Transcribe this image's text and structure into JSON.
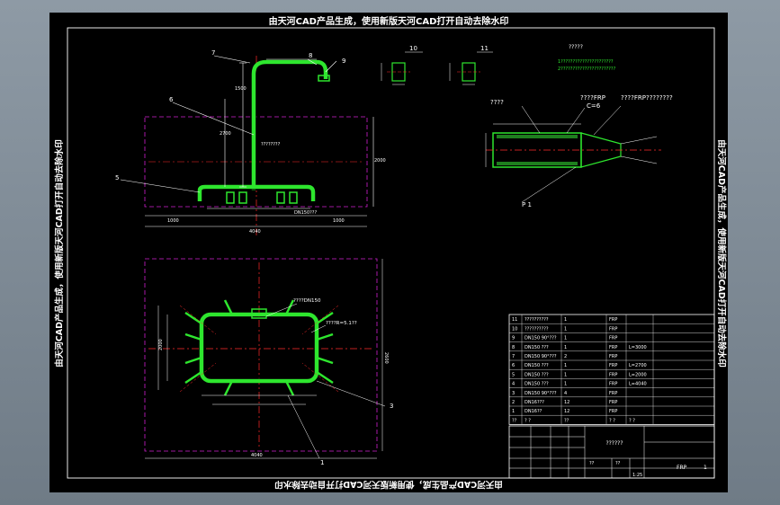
{
  "watermark": {
    "top": "由天河CAD产品生成，使用新版天河CAD打开自动去除水印",
    "bottom": "由天河CAD产品生成，使用新版天河CAD打开自动去除水印",
    "left": "由天河CAD产品生成，使用新版天河CAD打开自动去除水印",
    "right": "由天河CAD产品生成，使用新版天河CAD打开自动去除水印"
  },
  "callouts": {
    "c1": "1",
    "c3": "3",
    "c5": "5",
    "c6": "6",
    "c7": "7",
    "c8": "8",
    "c9": "9",
    "c10": "10",
    "c11": "11",
    "p1": "P 1"
  },
  "notes": {
    "top_right_title": "?????",
    "top_right_line1": "1??????????????????????",
    "top_right_line2": "2???????????????????????",
    "label_left": "????",
    "label_frp": "????FRP",
    "label_c6": "C=6",
    "label_frp2": "????FRP????????",
    "pipe_note": "????????",
    "dn_note": "DN150???",
    "plan_note1": "????DN150",
    "plan_note2": "????R=5.1??"
  },
  "bom": {
    "rows": [
      {
        "no": "11",
        "name": "??????????",
        "qty": "1",
        "mat": "FRP",
        "note": ""
      },
      {
        "no": "10",
        "name": "??????????",
        "qty": "1",
        "mat": "FRP",
        "note": ""
      },
      {
        "no": "9",
        "name": "DN150 90°???",
        "qty": "1",
        "mat": "FRP",
        "note": ""
      },
      {
        "no": "8",
        "name": "DN150 ???",
        "qty": "1",
        "mat": "FRP",
        "note": "L=3000"
      },
      {
        "no": "7",
        "name": "DN150 90°???",
        "qty": "2",
        "mat": "FRP",
        "note": ""
      },
      {
        "no": "6",
        "name": "DN150 ???",
        "qty": "1",
        "mat": "FRP",
        "note": "L=2700"
      },
      {
        "no": "5",
        "name": "DN150 ???",
        "qty": "1",
        "mat": "FRP",
        "note": "L=2000"
      },
      {
        "no": "4",
        "name": "DN150 ???",
        "qty": "1",
        "mat": "FRP",
        "note": "L=4040"
      },
      {
        "no": "3",
        "name": "DN150 90°???",
        "qty": "4",
        "mat": "FRP",
        "note": ""
      },
      {
        "no": "2",
        "name": "DN16???",
        "qty": "12",
        "mat": "FRP",
        "note": ""
      },
      {
        "no": "1",
        "name": "DN16??",
        "qty": "12",
        "mat": "FRP",
        "note": ""
      }
    ],
    "header": {
      "no": "??",
      "name": "? ?",
      "qty": "??",
      "mat": "? ?",
      "note": "? ?"
    }
  },
  "titleblock": {
    "drawing_name": "??????",
    "material": "FRP",
    "sheet": "1",
    "scale": "1:25",
    "label_a": "??",
    "label_b": "??"
  },
  "colors": {
    "pipe": "#2ee62e",
    "dim": "#ffffff",
    "center": "#ff2a2a",
    "phantom": "#d020d0",
    "hatch": "#22cc22",
    "frame": "#ffffff"
  }
}
